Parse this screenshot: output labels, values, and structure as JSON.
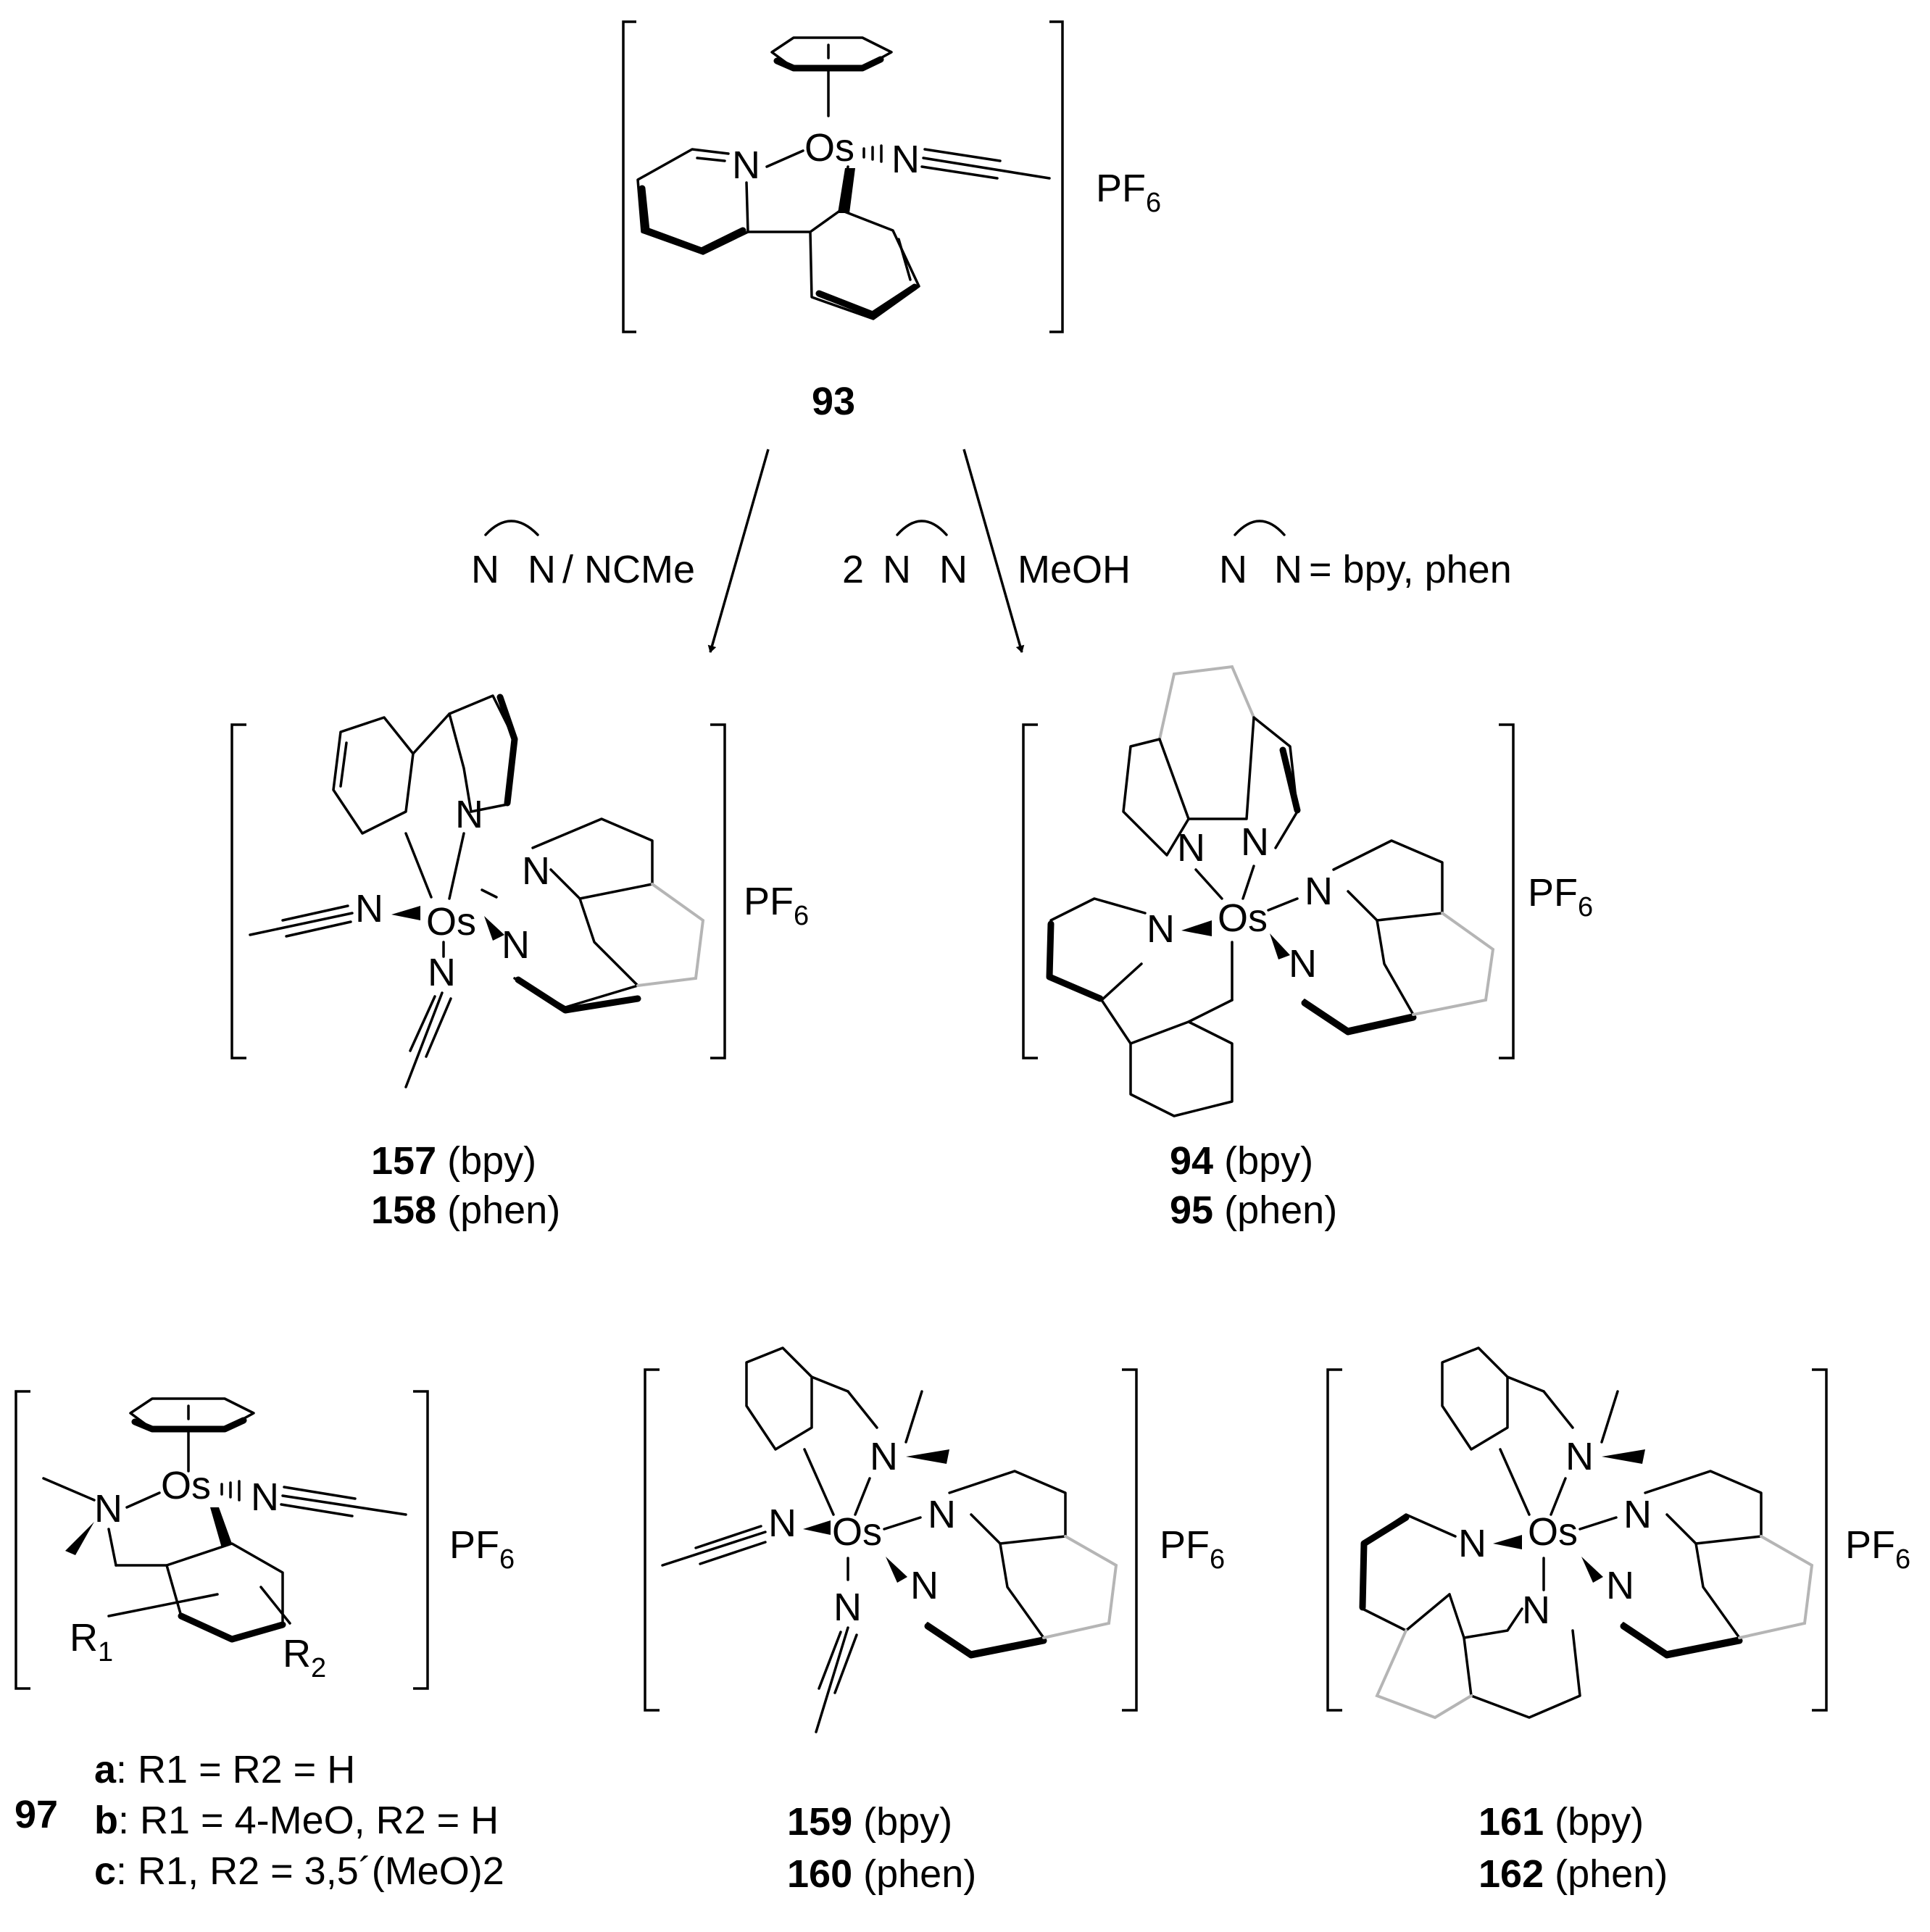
{
  "counter": "PF",
  "counter_sub": "6",
  "atoms": {
    "os": "Os",
    "n": "N"
  },
  "compounds": {
    "c93": "93",
    "c157": "157",
    "c158": "158",
    "c94": "94",
    "c95": "95",
    "c97": "97",
    "c159": "159",
    "c160": "160",
    "c161": "161",
    "c162": "162"
  },
  "tags": {
    "bpy": "(bpy)",
    "phen": "(phen)"
  },
  "reagents": {
    "left": "N N / NCMe",
    "left_suffix": "/ NCMe",
    "middle_coef": "2",
    "middle_solvent": "MeOH",
    "legend_eq": "= bpy, phen"
  },
  "variants_97": [
    {
      "letter": "a",
      "text": ": R1 = R2 = H"
    },
    {
      "letter": "b",
      "text": ": R1 = 4-MeO, R2 = H"
    },
    {
      "letter": "c",
      "text": ": R1, R2 = 3,5´(MeO)2"
    }
  ],
  "r_labels": {
    "r1": "R",
    "r1_sub": "1",
    "r2": "R",
    "r2_sub": "2"
  }
}
